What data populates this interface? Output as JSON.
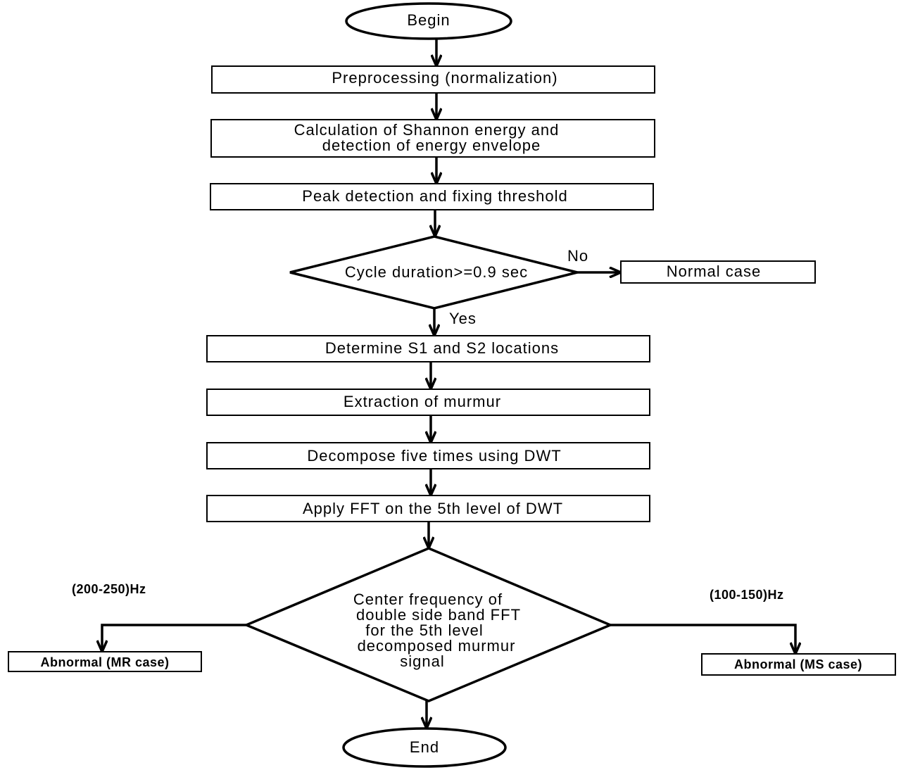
{
  "nodes": {
    "begin": "Begin",
    "preprocessing": "Preprocessing (normalization)",
    "shannon_1": "Calculation of Shannon energy and",
    "shannon_2": "detection of energy envelope",
    "peak": "Peak detection and fixing threshold",
    "decision_cycle": "Cycle duration>=0.9 sec",
    "normal": "Normal case",
    "s1s2": "Determine S1 and S2 locations",
    "extraction": "Extraction of murmur",
    "dwt": "Decompose five times using DWT",
    "fft": "Apply FFT on the 5th level of DWT",
    "center_1": "Center frequency of",
    "center_2": "double side band FFT",
    "center_3": "for the 5th level",
    "center_4": "decomposed murmur",
    "center_5": "signal",
    "mr": "Abnormal (MR case)",
    "ms": "Abnormal (MS case)",
    "end": "End"
  },
  "edge_labels": {
    "no": "No",
    "yes": "Yes",
    "left_freq": "(200-250)Hz",
    "right_freq": "(100-150)Hz"
  }
}
